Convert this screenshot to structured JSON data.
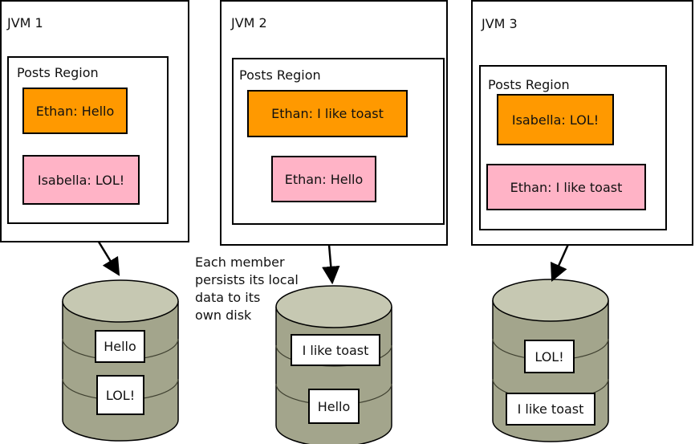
{
  "jvms": [
    {
      "title": "JVM 1",
      "region_title": "Posts Region",
      "entries": [
        "Ethan: Hello",
        "Isabella: LOL!"
      ],
      "disk_entries": [
        "Hello",
        "LOL!"
      ]
    },
    {
      "title": "JVM 2",
      "region_title": "Posts Region",
      "entries": [
        "Ethan: I like toast",
        "Ethan: Hello"
      ],
      "disk_entries": [
        "I like toast",
        "Hello"
      ]
    },
    {
      "title": "JVM 3",
      "region_title": "Posts Region",
      "entries": [
        "Isabella: LOL!",
        "Ethan: I like toast"
      ],
      "disk_entries": [
        "LOL!",
        "I like toast"
      ]
    }
  ],
  "note_lines": [
    "Each member",
    "persists its local",
    "data to its",
    "own disk"
  ],
  "colors": {
    "primary_entry": "#ff9900",
    "secondary_entry": "#ffb3c6",
    "disk_fill": "#a3a58c",
    "disk_top": "#c6c8b2",
    "border": "#000000"
  }
}
